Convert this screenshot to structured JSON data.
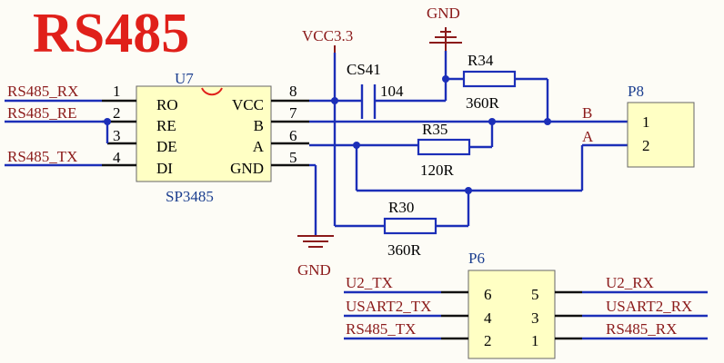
{
  "title": "RS485",
  "power": {
    "vcc": "VCC3.3",
    "gnd_top": "GND",
    "gnd_bottom": "GND"
  },
  "u7": {
    "designator": "U7",
    "part": "SP3485",
    "left_pins": [
      {
        "num": "1",
        "name": "RO",
        "net": "RS485_RX"
      },
      {
        "num": "2",
        "name": "RE",
        "net": "RS485_RE"
      },
      {
        "num": "3",
        "name": "DE",
        "net": ""
      },
      {
        "num": "4",
        "name": "DI",
        "net": "RS485_TX"
      }
    ],
    "right_pins": [
      {
        "num": "8",
        "name": "VCC"
      },
      {
        "num": "7",
        "name": "B"
      },
      {
        "num": "6",
        "name": "A"
      },
      {
        "num": "5",
        "name": "GND"
      }
    ]
  },
  "cs41": {
    "designator": "CS41",
    "value": "104"
  },
  "r34": {
    "designator": "R34",
    "value": "360R"
  },
  "r35": {
    "designator": "R35",
    "value": "120R"
  },
  "r30": {
    "designator": "R30",
    "value": "360R"
  },
  "p8": {
    "designator": "P8",
    "pins": [
      "1",
      "2"
    ],
    "nets": [
      "B",
      "A"
    ]
  },
  "p6": {
    "designator": "P6",
    "left_nums": [
      "6",
      "4",
      "2"
    ],
    "right_nums": [
      "5",
      "3",
      "1"
    ],
    "left_nets": [
      "U2_TX",
      "USART2_TX",
      "RS485_TX"
    ],
    "right_nets": [
      "U2_RX",
      "USART2_RX",
      "RS485_RX"
    ]
  }
}
